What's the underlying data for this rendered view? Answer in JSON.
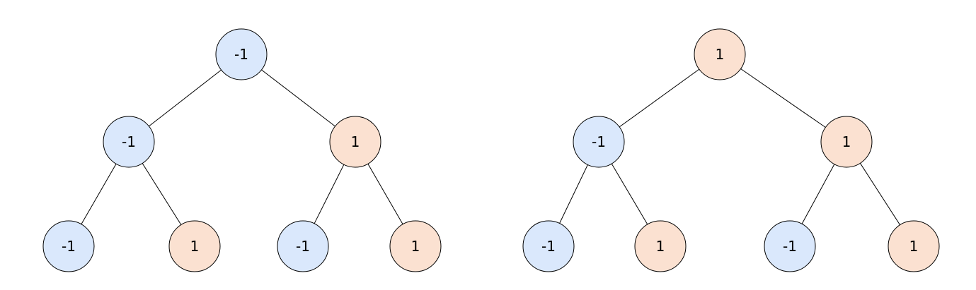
{
  "colors": {
    "negative_fill": "#dae8fc",
    "positive_fill": "#fbe1d1",
    "stroke": "#000000",
    "background": "#ffffff"
  },
  "trees": [
    {
      "name": "left-tree",
      "nodes": [
        {
          "id": "root",
          "label": "-1",
          "sign": "negative"
        },
        {
          "id": "l",
          "label": "-1",
          "sign": "negative"
        },
        {
          "id": "r",
          "label": "1",
          "sign": "positive"
        },
        {
          "id": "ll",
          "label": "-1",
          "sign": "negative"
        },
        {
          "id": "lr",
          "label": "1",
          "sign": "positive"
        },
        {
          "id": "rl",
          "label": "-1",
          "sign": "negative"
        },
        {
          "id": "rr",
          "label": "1",
          "sign": "positive"
        }
      ],
      "edges": [
        [
          "root",
          "l"
        ],
        [
          "root",
          "r"
        ],
        [
          "l",
          "ll"
        ],
        [
          "l",
          "lr"
        ],
        [
          "r",
          "rl"
        ],
        [
          "r",
          "rr"
        ]
      ]
    },
    {
      "name": "right-tree",
      "nodes": [
        {
          "id": "root",
          "label": "1",
          "sign": "positive"
        },
        {
          "id": "l",
          "label": "-1",
          "sign": "negative"
        },
        {
          "id": "r",
          "label": "1",
          "sign": "positive"
        },
        {
          "id": "ll",
          "label": "-1",
          "sign": "negative"
        },
        {
          "id": "lr",
          "label": "1",
          "sign": "positive"
        },
        {
          "id": "rl",
          "label": "-1",
          "sign": "negative"
        },
        {
          "id": "rr",
          "label": "1",
          "sign": "positive"
        }
      ],
      "edges": [
        [
          "root",
          "l"
        ],
        [
          "root",
          "r"
        ],
        [
          "l",
          "ll"
        ],
        [
          "l",
          "lr"
        ],
        [
          "r",
          "rl"
        ],
        [
          "r",
          "rr"
        ]
      ]
    }
  ]
}
